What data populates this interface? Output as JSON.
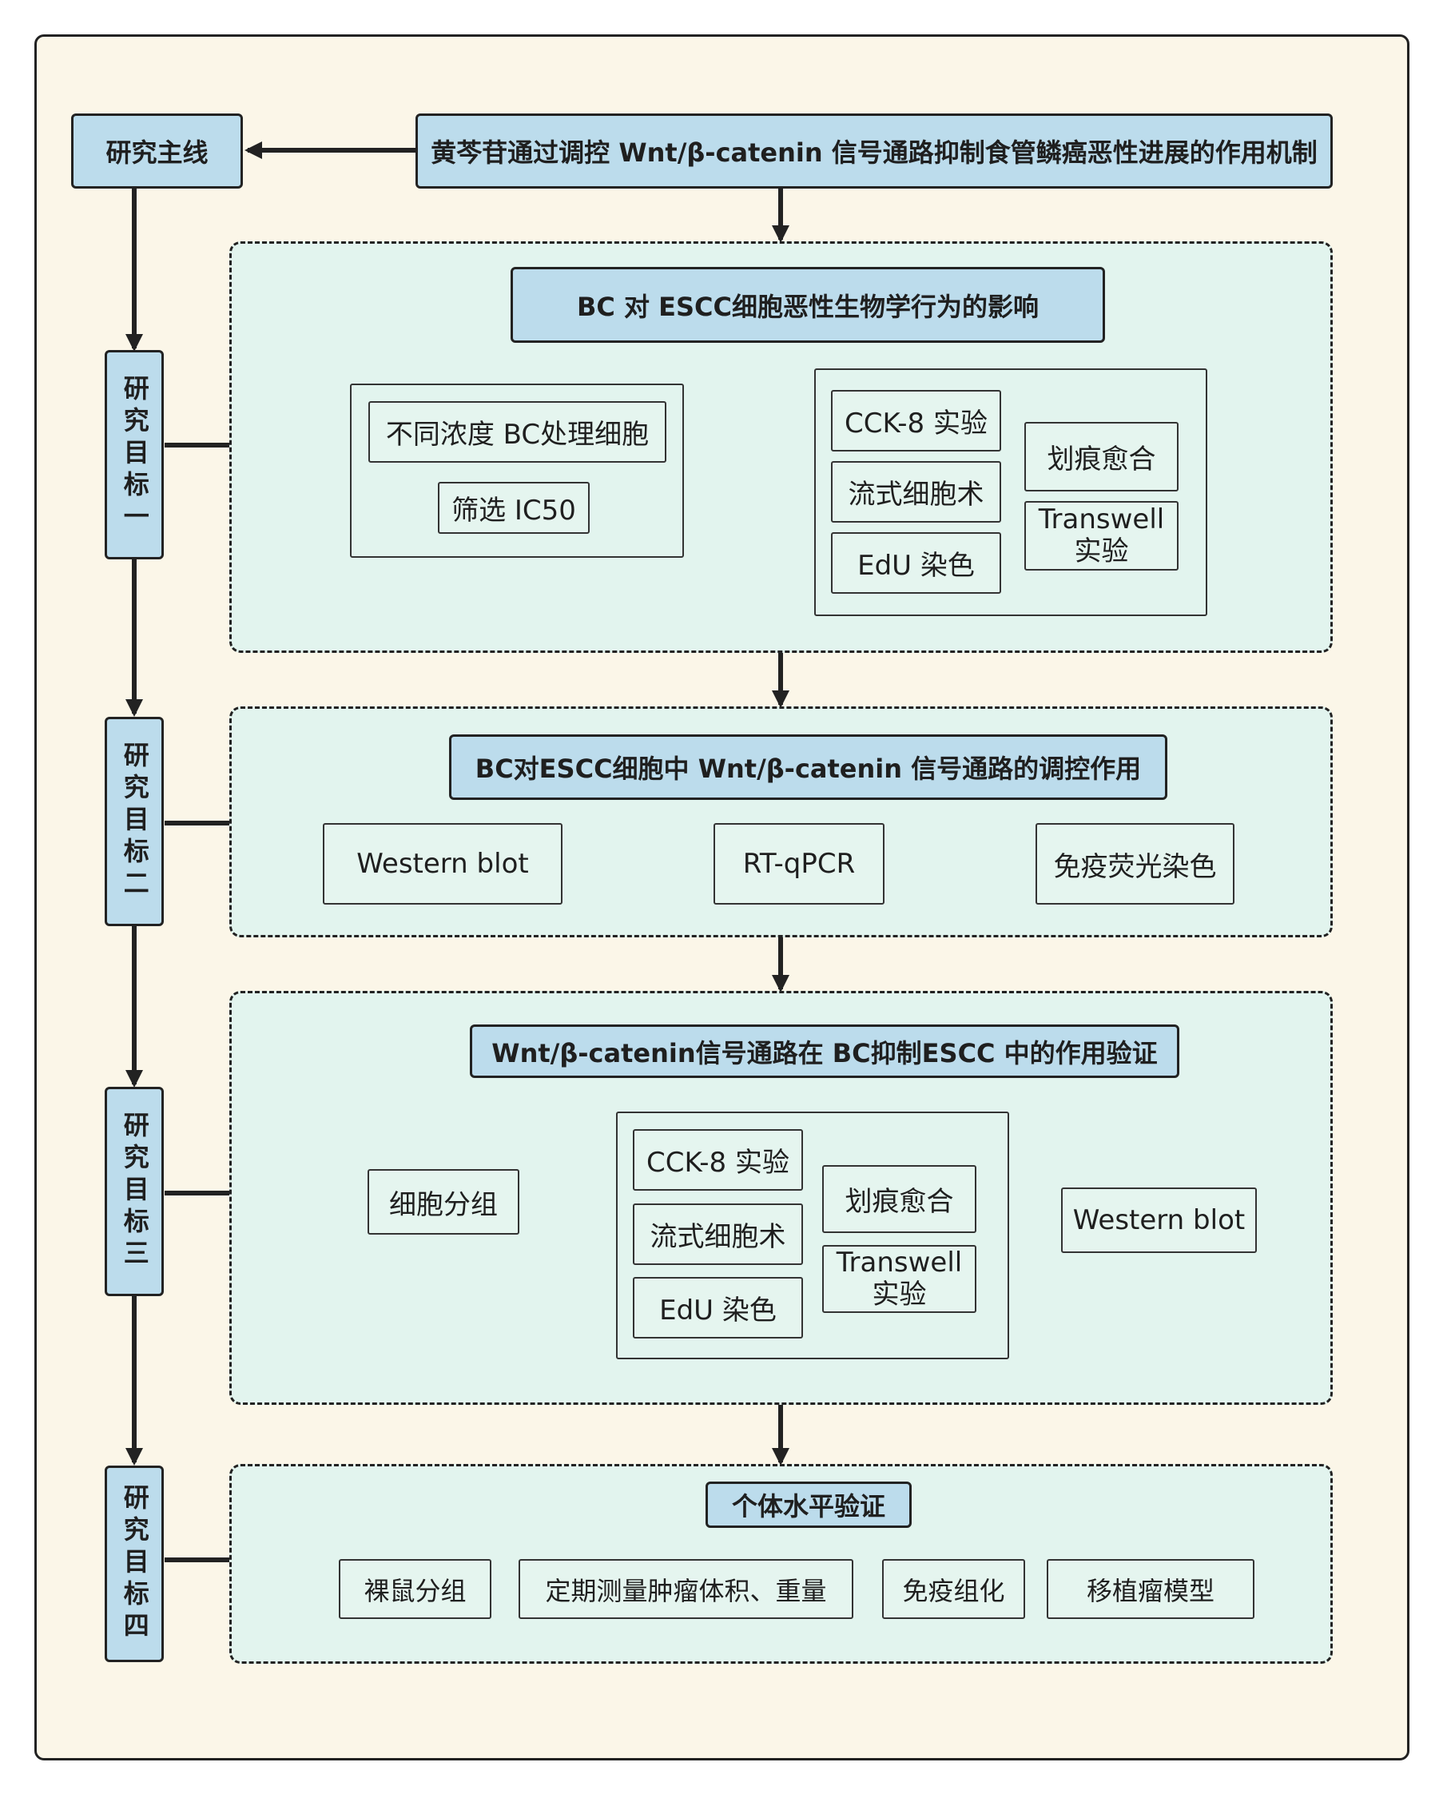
{
  "main_line": {
    "label": "研究主线",
    "title": "黄芩苷通过调控 Wnt/β-catenin 信号通路抑制食管鳞癌恶性进展的作用机制"
  },
  "objectives": [
    {
      "label": "研究目标一",
      "heading": "BC 对 ESCC细胞恶性生物学行为的影响",
      "left_group": [
        "不同浓度 BC处理细胞",
        "筛选 IC50"
      ],
      "right_group_col1": [
        "CCK-8 实验",
        "流式细胞术",
        "EdU 染色"
      ],
      "right_group_col2": [
        "划痕愈合",
        "Transwell\n实验"
      ]
    },
    {
      "label": "研究目标二",
      "heading": "BC对ESCC细胞中 Wnt/β-catenin 信号通路的调控作用",
      "methods": [
        "Western blot",
        "RT-qPCR",
        "免疫荧光染色"
      ]
    },
    {
      "label": "研究目标三",
      "heading": "Wnt/β-catenin信号通路在 BC抑制ESCC 中的作用验证",
      "left": "细胞分组",
      "group_col1": [
        "CCK-8 实验",
        "流式细胞术",
        "EdU 染色"
      ],
      "group_col2": [
        "划痕愈合",
        "Transwell\n实验"
      ],
      "right": "Western blot"
    },
    {
      "label": "研究目标四",
      "heading": "个体水平验证",
      "methods": [
        "裸鼠分组",
        "定期测量肿瘤体积、重量",
        "免疫组化",
        "移植瘤模型"
      ]
    }
  ],
  "colors": {
    "frame_bg": "#fbf6e8",
    "section_bg": "#e2f4ee",
    "label_bg": "#bcdcec",
    "line": "#222222"
  }
}
